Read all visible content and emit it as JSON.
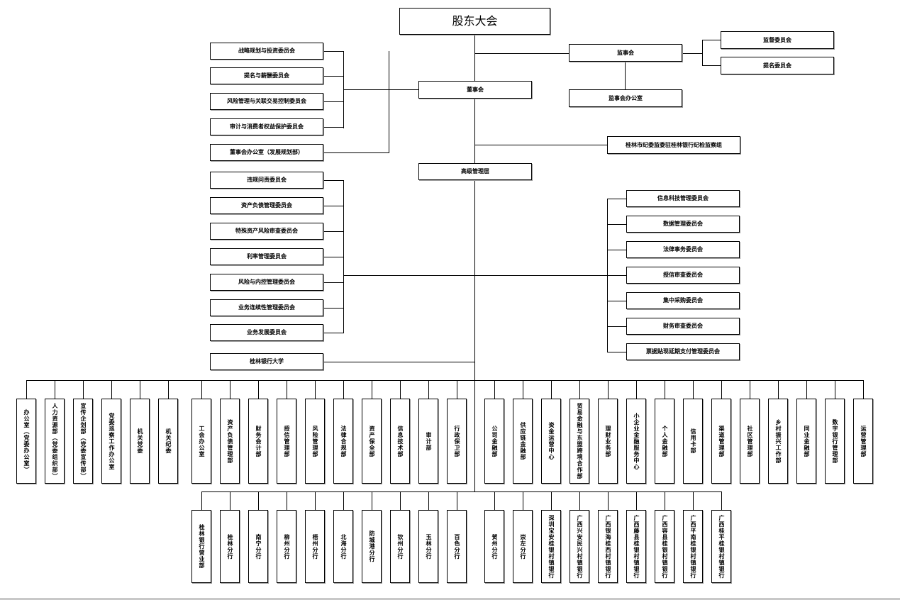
{
  "title": "股东大会",
  "board": {
    "label": "董事会",
    "committees": [
      "战略规划与投资委员会",
      "提名与薪酬委员会",
      "风险管理与关联交易控制委员会",
      "审计与消费者权益保护委员会",
      "董事会办公室（发展规划部）"
    ]
  },
  "supervisory": {
    "label": "监事会",
    "committees": [
      "监督委员会",
      "提名委员会"
    ],
    "office": "监事会办公室"
  },
  "discipline_group": "桂林市纪委监委驻桂林银行纪检监察组",
  "senior_management": {
    "label": "高级管理层",
    "left_committees": [
      "违规问责委员会",
      "资产负债管理委员会",
      "特殊资产风险审查委员会",
      "利率管理委员会",
      "风险与内控管理委员会",
      "业务连续性管理委员会",
      "业务发展委员会"
    ],
    "university": "桂林银行大学",
    "right_committees": [
      "信息科技管理委员会",
      "数据管理委员会",
      "法律事务委员会",
      "授信审查委员会",
      "集中采购委员会",
      "财务审查委员会",
      "票据贴现延期支付管理委员会"
    ]
  },
  "departments": [
    "办公室（党委办公室）",
    "人力资源部（党委组织部）",
    "宣传企划部（党委宣传部）",
    "党委巡察工作办公室",
    "机关党委",
    "机关纪委",
    "工会办公室",
    "资产负债管理部",
    "财务会计部",
    "授信管理部",
    "风险管理部",
    "法律合规部",
    "资产保全部",
    "信息技术部",
    "审计部",
    "行政保卫部",
    "公司金融部",
    "供应链金融部",
    "资金运营中心",
    "贸易金融与东盟跨境合作部",
    "理财业务部",
    "小企业金融服务中心",
    "个人金融部",
    "信用卡部",
    "渠道管理部",
    "社区管理部",
    "乡村振兴工作部",
    "同业金融部",
    "数字银行管理部",
    "运营管理部"
  ],
  "branches": [
    "桂林银行营业部",
    "桂林分行",
    "南宁分行",
    "柳州分行",
    "梧州分行",
    "北海分行",
    "防城港分行",
    "钦州分行",
    "玉林分行",
    "百色分行",
    "贺州分行",
    "崇左分行",
    "深圳宝安桂银村镇银行",
    "广西兴安民兴村镇银行",
    "广西银海桂西村镇银行",
    "广西藤县桂银村镇银行",
    "广西容县桂银村镇银行",
    "广西平南桂银村镇银行",
    "广西桂平桂银村镇银行"
  ]
}
